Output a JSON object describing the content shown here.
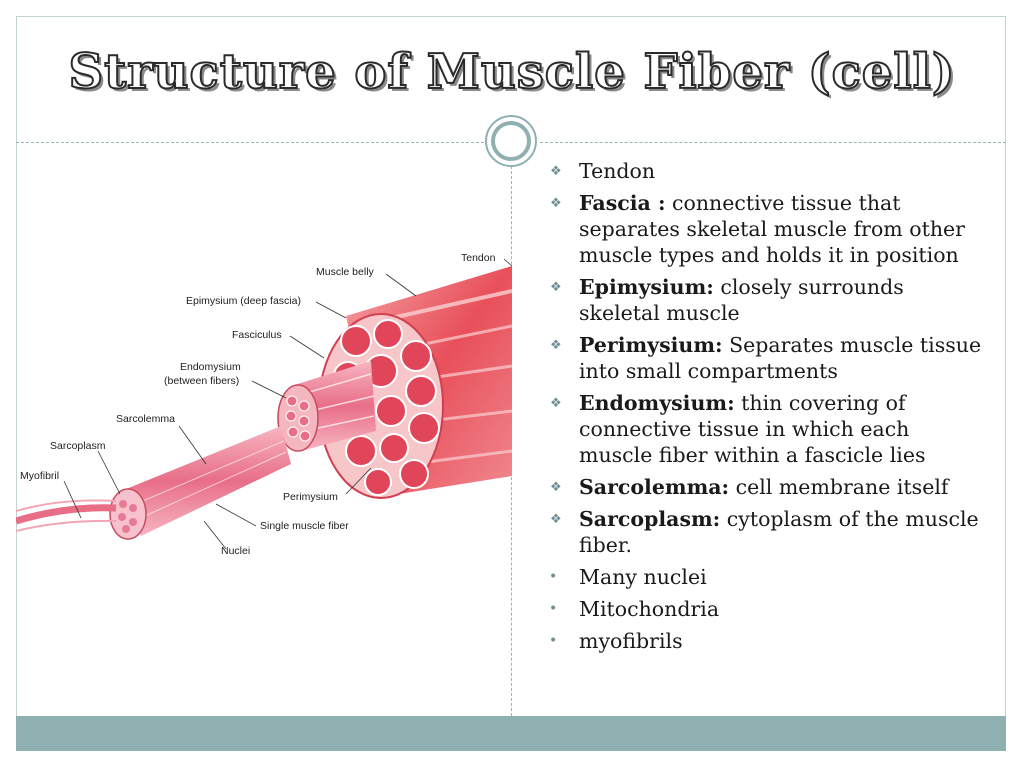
{
  "title": "Structure of Muscle Fiber (cell)",
  "colors": {
    "accent": "#8fb0b0",
    "frame": "#c4d2d4",
    "muscle": "#e8505a"
  },
  "figure": {
    "labels": {
      "tendon": "Tendon",
      "muscle_belly": "Muscle belly",
      "epimysium": "Epimysium (deep fascia)",
      "fasciculus": "Fasciculus",
      "endomysium_1": "Endomysium",
      "endomysium_2": "(between fibers)",
      "sarcolemma": "Sarcolemma",
      "sarcoplasm": "Sarcoplasm",
      "myofibril": "Myofibril",
      "perimysium": "Perimysium",
      "single_fiber": "Single muscle fiber",
      "nuclei": "Nuclei"
    }
  },
  "bullets": [
    {
      "marker": "diamond",
      "term": "",
      "text": "Tendon"
    },
    {
      "marker": "diamond",
      "term": "Fascia :",
      "text": " connective tissue that separates skeletal muscle from other muscle types and holds it in position"
    },
    {
      "marker": "diamond",
      "term": "Epimysium:",
      "text": " closely surrounds skeletal muscle"
    },
    {
      "marker": "diamond",
      "term": "Perimysium:",
      "text": " Separates muscle tissue into small compartments"
    },
    {
      "marker": "diamond",
      "term": "Endomysium:",
      "text": " thin covering of connective tissue in which each muscle fiber within a fascicle lies"
    },
    {
      "marker": "diamond",
      "term": "Sarcolemma:",
      "text": " cell membrane itself"
    },
    {
      "marker": "diamond",
      "term": "Sarcoplasm:",
      "text": " cytoplasm of the muscle fiber."
    },
    {
      "marker": "dot",
      "term": "",
      "text": "Many nuclei"
    },
    {
      "marker": "dot",
      "term": "",
      "text": "Mitochondria"
    },
    {
      "marker": "dot",
      "term": "",
      "text": "myofibrils"
    }
  ]
}
